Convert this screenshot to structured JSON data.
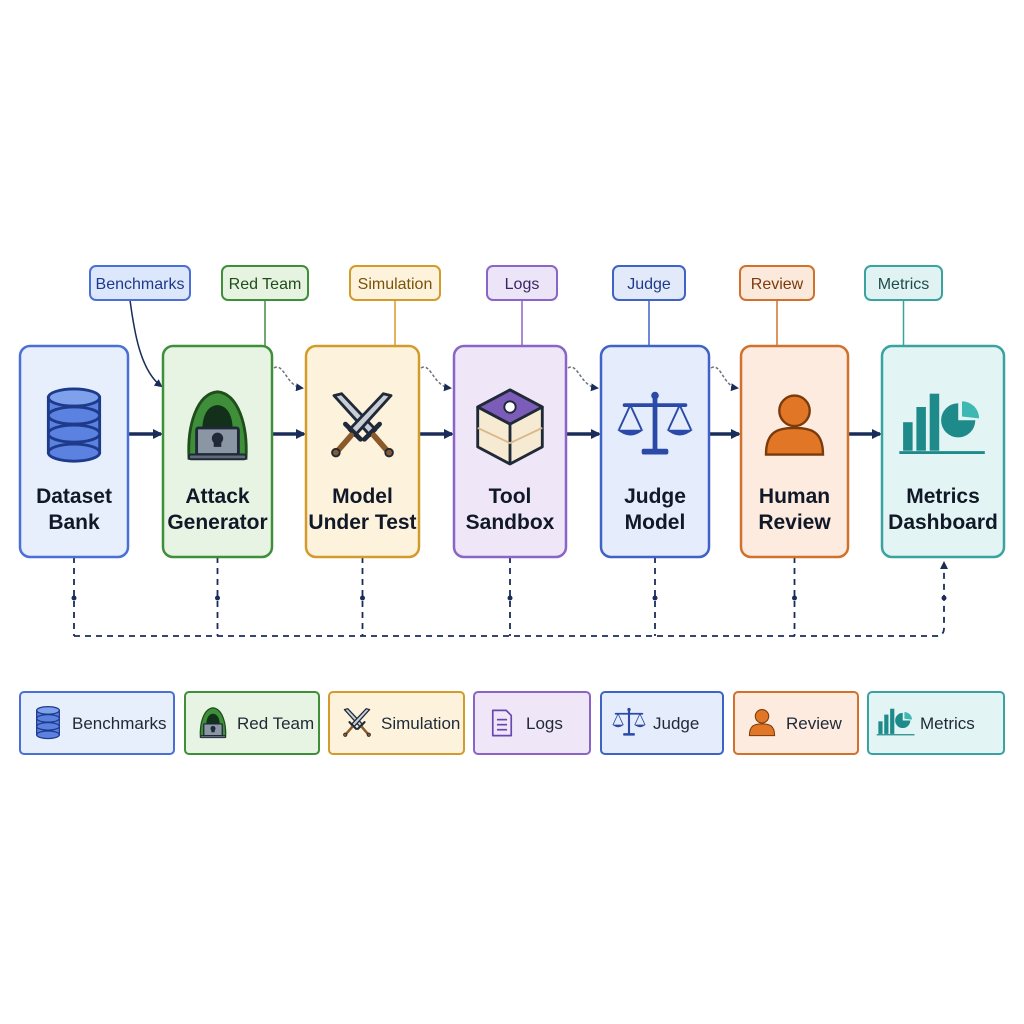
{
  "tags": [
    {
      "label": "Benchmarks",
      "color": "#4a6fd6",
      "bg": "#dde7fb",
      "text": "#1e3a8a"
    },
    {
      "label": "Red Team",
      "color": "#3f8f3a",
      "bg": "#e6f3e1",
      "text": "#1f4d1c"
    },
    {
      "label": "Simulation",
      "color": "#d39b2b",
      "bg": "#fdf3dc",
      "text": "#7a5208"
    },
    {
      "label": "Logs",
      "color": "#8a64c6",
      "bg": "#ece4f7",
      "text": "#3b2466"
    },
    {
      "label": "Judge",
      "color": "#3e63c4",
      "bg": "#e2eafa",
      "text": "#1e3a8a"
    },
    {
      "label": "Review",
      "color": "#d0722c",
      "bg": "#fbe9dc",
      "text": "#7a3a0c"
    },
    {
      "label": "Metrics",
      "color": "#3aa3a0",
      "bg": "#e0f3f2",
      "text": "#1d4d4b"
    }
  ],
  "nodes": [
    {
      "line1": "Dataset",
      "line2": "Bank",
      "icon": "database-icon",
      "color": "#4a6fd6",
      "bg": "#e7eefc"
    },
    {
      "line1": "Attack",
      "line2": "Generator",
      "icon": "hacker-icon",
      "color": "#3f8f3a",
      "bg": "#e8f4e3"
    },
    {
      "line1": "Model",
      "line2": "Under Test",
      "icon": "crossed-swords-icon",
      "color": "#d39b2b",
      "bg": "#fdf3dc"
    },
    {
      "line1": "Tool",
      "line2": "Sandbox",
      "icon": "sandbox-cube-icon",
      "color": "#8a64c6",
      "bg": "#efe7f8"
    },
    {
      "line1": "Judge",
      "line2": "Model",
      "icon": "scales-icon",
      "color": "#3e63c4",
      "bg": "#e5ecfb"
    },
    {
      "line1": "Human",
      "line2": "Review",
      "icon": "person-icon",
      "color": "#d0722c",
      "bg": "#fcebde"
    },
    {
      "line1": "Metrics",
      "line2": "Dashboard",
      "icon": "chart-icon",
      "color": "#3aa3a0",
      "bg": "#e2f4f3"
    }
  ],
  "legend": [
    {
      "label": "Benchmarks",
      "icon": "database-icon",
      "color": "#4a6fd6",
      "bg": "#e7eefc"
    },
    {
      "label": "Red Team",
      "icon": "hacker-icon",
      "color": "#3f8f3a",
      "bg": "#e8f4e3"
    },
    {
      "label": "Simulation",
      "icon": "crossed-swords-icon",
      "color": "#d39b2b",
      "bg": "#fdf3dc"
    },
    {
      "label": "Logs",
      "icon": "document-icon",
      "color": "#8a64c6",
      "bg": "#efe7f8"
    },
    {
      "label": "Judge",
      "icon": "scales-icon",
      "color": "#3e63c4",
      "bg": "#e5ecfb"
    },
    {
      "label": "Review",
      "icon": "person-icon",
      "color": "#d0722c",
      "bg": "#fcebde"
    },
    {
      "label": "Metrics",
      "icon": "chart-icon",
      "color": "#3aa3a0",
      "bg": "#e2f4f3"
    }
  ],
  "colors": {
    "arrow": "#1a2d5a",
    "dashed": "#1a2d5a"
  }
}
